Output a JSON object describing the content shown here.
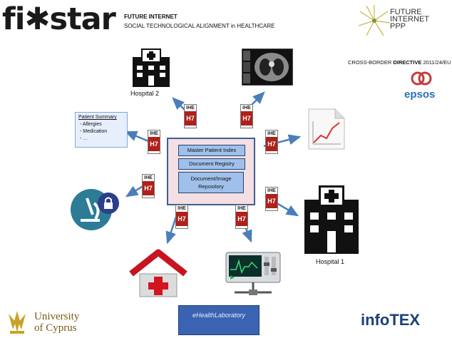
{
  "header": {
    "brand_prefix": "fi",
    "brand_suffix": "star",
    "line1": "FUTURE INTERNET",
    "line2": "SOCIAL TECHNOLOGICAL ALIGNMENT  in HEALTHCARE",
    "ppp": [
      "FUTURE",
      "INTERNET",
      "PPP"
    ],
    "directive_prefix": "CROSS-BORDER ",
    "directive_bold": "DIRECTIVE",
    "directive_suffix": " 2011/24/EU",
    "epsos": "epsos"
  },
  "nodes": {
    "hospital2": "Hospital 2",
    "hospital1": "Hospital 1",
    "patient_summary": {
      "title": "Patient Summary",
      "items": [
        "-    Allergies",
        "-    Medication",
        "-    …"
      ]
    }
  },
  "center": {
    "mpi": "Master Patient Index",
    "registry": "Document Registry",
    "repository": "Document/Image Repository"
  },
  "badge": {
    "top": "IHE",
    "bottom": "H7"
  },
  "footer": {
    "university": [
      "University",
      "of Cyprus"
    ],
    "ehealth": "eHealthLaboratory",
    "infotex": "infoTEX"
  },
  "colors": {
    "arrow": "#4a7ebb",
    "center_border": "#3e5f94",
    "center_fill": "#f4dfe3",
    "inner_box": "#9fc0ea"
  }
}
